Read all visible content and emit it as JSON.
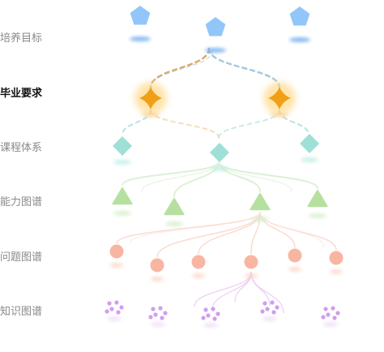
{
  "rows": [
    {
      "label": "培养目标",
      "active": false
    },
    {
      "label": "毕业要求",
      "active": true
    },
    {
      "label": "课程体系",
      "active": false
    },
    {
      "label": "能力图谱",
      "active": false
    },
    {
      "label": "问题图谱",
      "active": false
    },
    {
      "label": "知识图谱",
      "active": false
    }
  ],
  "colors": {
    "pentagon": "#8cc3fb",
    "star": "#f0a018",
    "diamond": "#9ee0d6",
    "triangle": "#b6e0a0",
    "circle": "#f8b6a2",
    "dots": "#cc99ee",
    "label": "#8a8a8a",
    "label_active": "#111111"
  },
  "icons": [
    "pentagon-icon",
    "star-icon",
    "diamond-icon",
    "triangle-icon",
    "circle-icon",
    "dot-cluster-icon"
  ]
}
